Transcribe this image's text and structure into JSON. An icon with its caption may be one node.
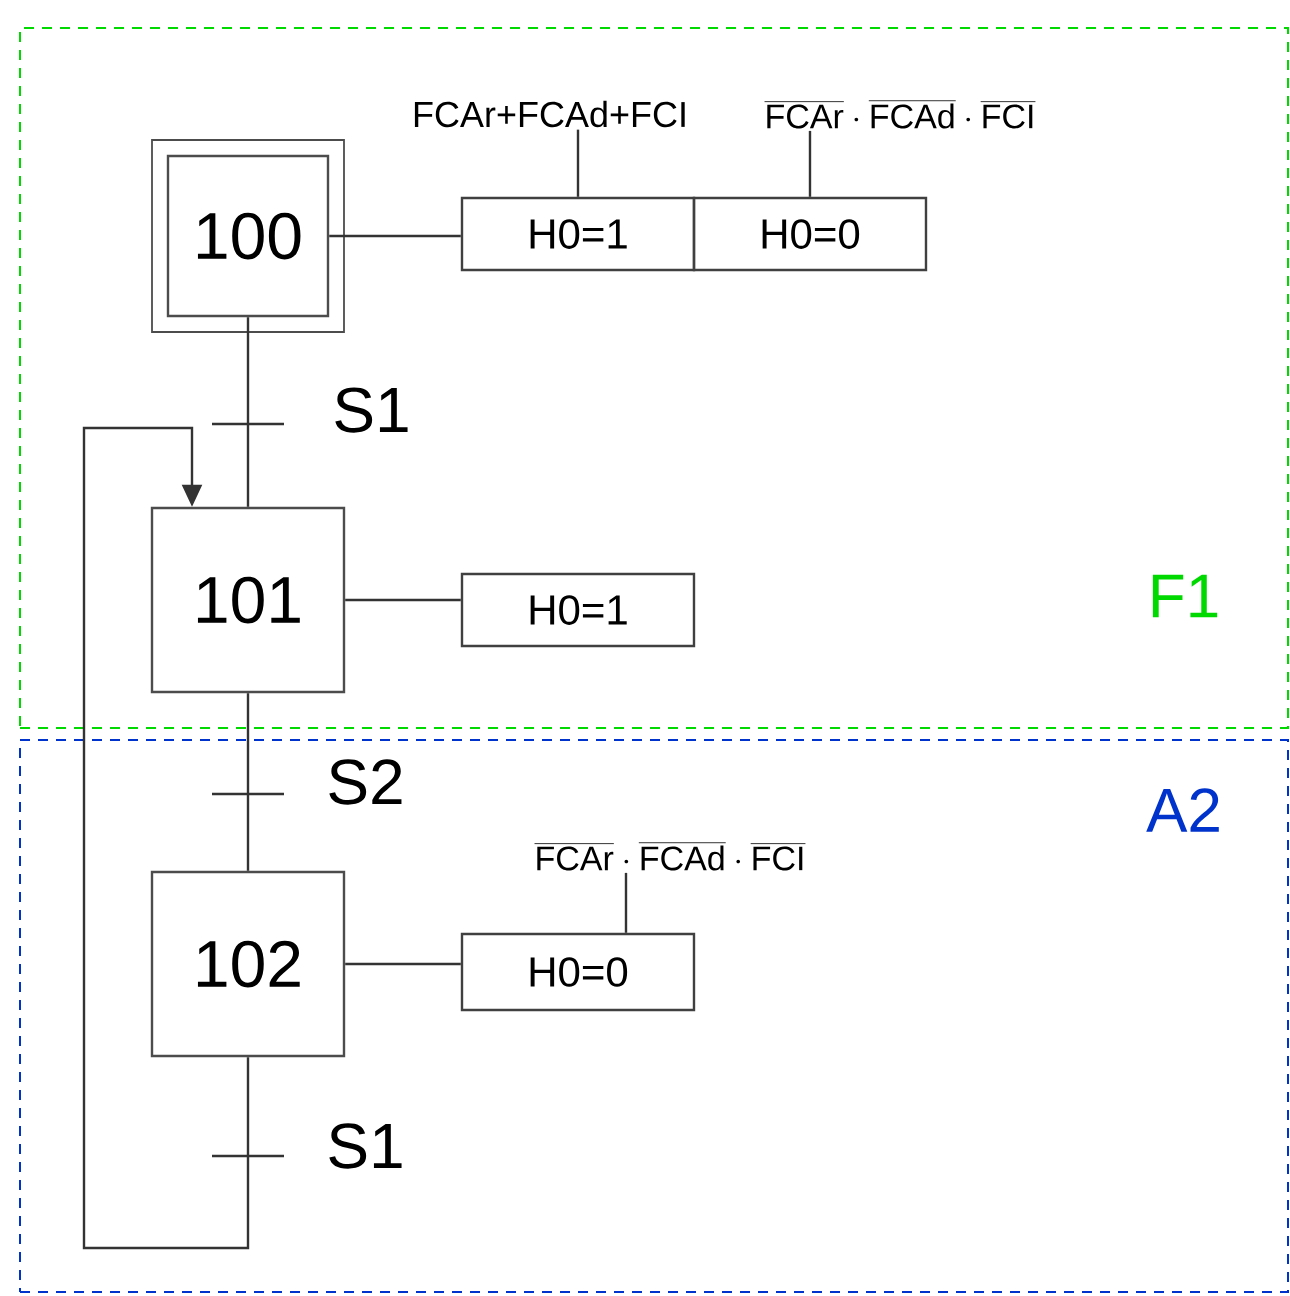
{
  "diagram": {
    "nodes": [
      {
        "text": [
          "F1"
        ]
      },
      {
        "text": [
          "100"
        ],
        "in": 0
      },
      {
        "text": [
          "H0=1"
        ],
        "in": 0
      },
      {
        "text": [
          "H0=0"
        ],
        "in": 0
      },
      {
        "text": [
          "FCAr+FCAd+FCI"
        ],
        "in": 0
      },
      {
        "text": [
          "\\overline{\\mathrm{FCAr}}\\cdot\\overline{\\mathrm{FCAd}}\\cdot\\overline{\\mathrm{FCI}}"
        ],
        "in": 0
      },
      {
        "text": [
          "101"
        ],
        "in": 0
      },
      {
        "text": [
          "H0=1"
        ],
        "in": 0
      },
      {
        "text": [
          "A2"
        ]
      },
      {
        "text": [
          "102"
        ],
        "in": 8
      },
      {
        "text": [
          "H0=0"
        ],
        "in": 8
      },
      {
        "text": [
          "\\overline{\\mathrm{FCAr}}\\cdot\\overline{\\mathrm{FCAd}}\\cdot\\overline{\\mathrm{FCI}}"
        ],
        "in": 8
      }
    ],
    "edges": [
      {
        "from": 1,
        "to": 2,
        "arrow": "none"
      },
      {
        "from": 4,
        "to": 2,
        "arrow": "none"
      },
      {
        "from": 5,
        "to": 3,
        "arrow": "none"
      },
      {
        "from": 1,
        "to": 6,
        "arrow": "none",
        "label": "S1"
      },
      {
        "from": 6,
        "to": 7,
        "arrow": "none"
      },
      {
        "from": 6,
        "to": 9,
        "arrow": "none",
        "label": "S2"
      },
      {
        "from": 9,
        "to": 10,
        "arrow": "none"
      },
      {
        "from": 11,
        "to": 10,
        "arrow": "none"
      },
      {
        "from": 9,
        "to": 6,
        "arrow": "to",
        "label": "S1"
      }
    ]
  }
}
